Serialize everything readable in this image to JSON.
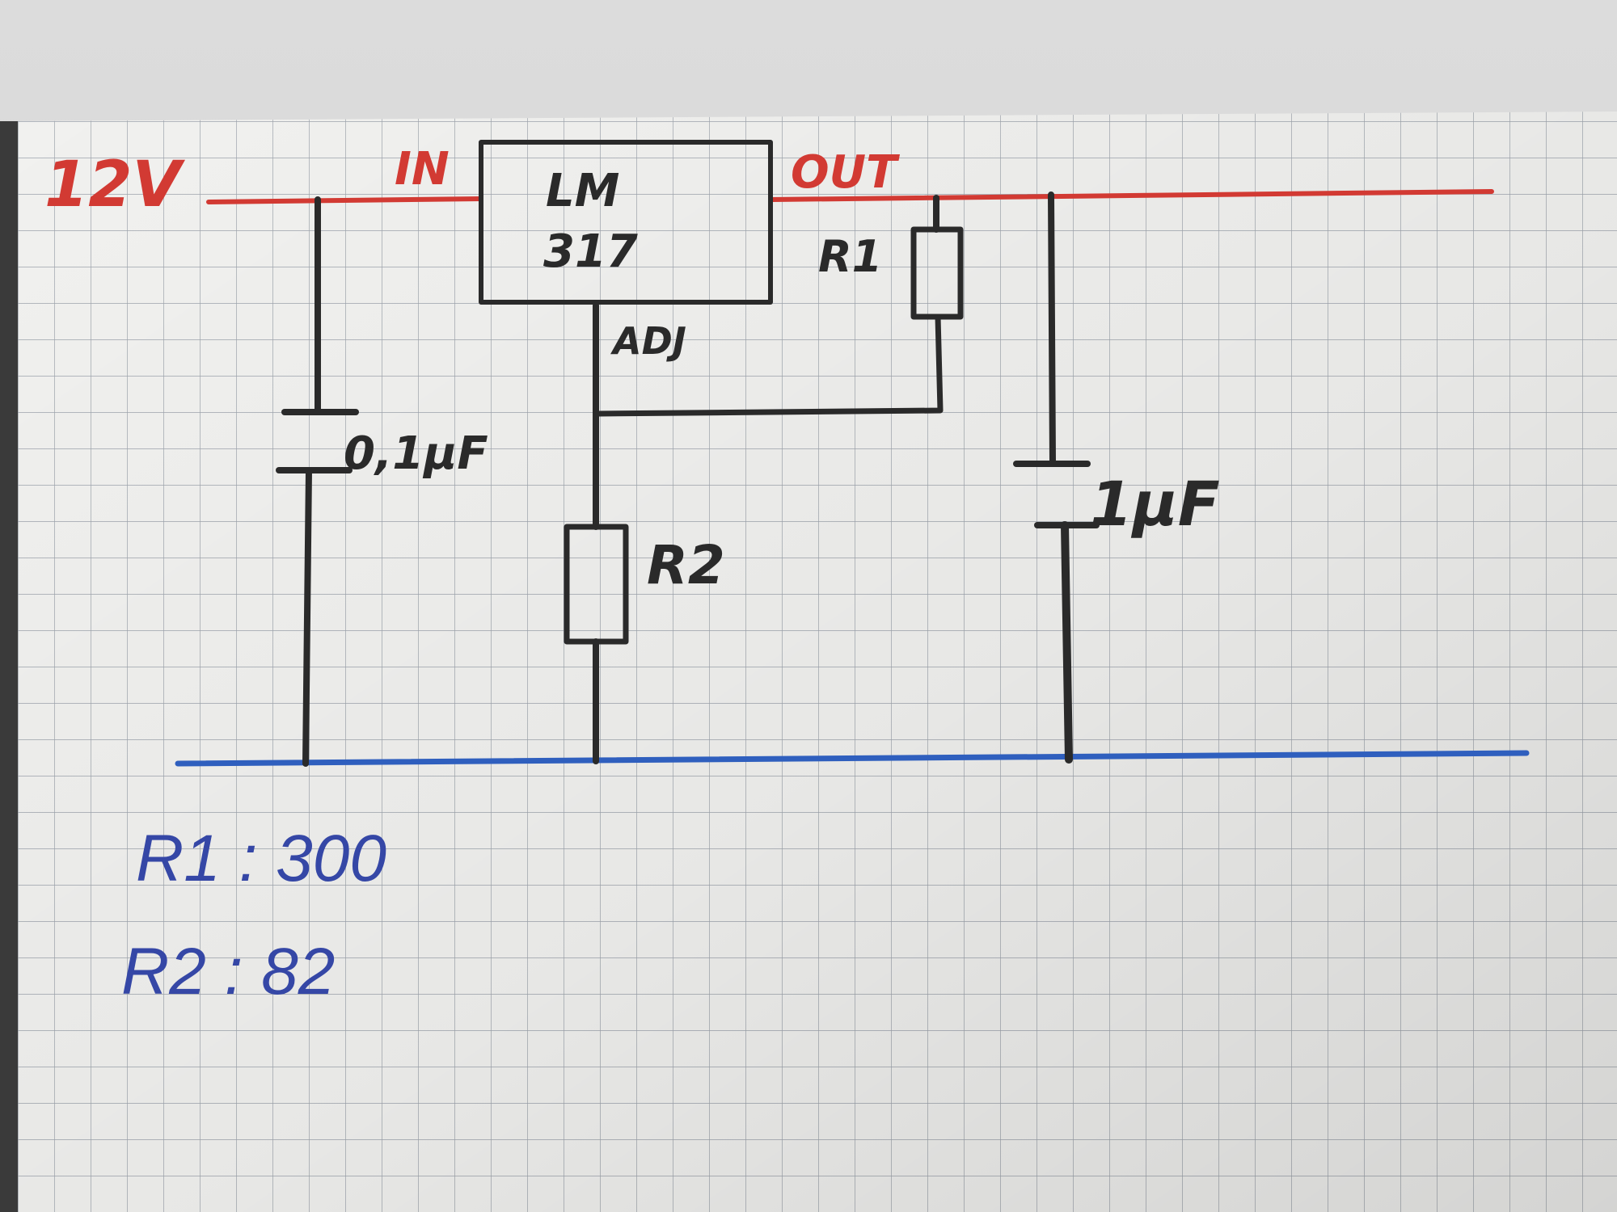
{
  "colors": {
    "supply_wire": "#d23a33",
    "ground_wire": "#2f5fbe",
    "component_ink": "#2a2a2a",
    "note_ink": "#3547a6",
    "paper": "#f1f1ef",
    "grid": "#9ea4ad"
  },
  "labels": {
    "supply_voltage": "12V",
    "input_pin": "IN",
    "output_pin": "OUT",
    "regulator_line1": "LM",
    "regulator_line2": "317",
    "adjust_pin": "ADJ",
    "r1": "R1",
    "r2": "R2",
    "input_capacitor": "0,1µF",
    "output_capacitor": "1µF"
  },
  "notes": {
    "r1_value": "R1 : 300",
    "r2_value": "R2 : 82"
  }
}
